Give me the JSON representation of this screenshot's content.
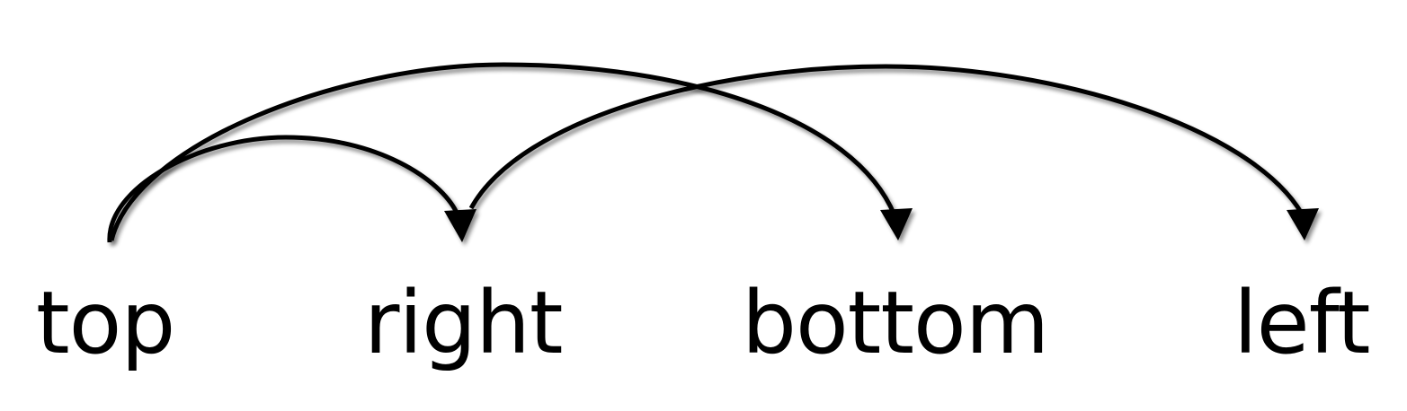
{
  "words": [
    "top",
    "right",
    "bottom",
    "left"
  ],
  "arcs": [
    {
      "from": 0,
      "to": 1
    },
    {
      "from": 0,
      "to": 2
    },
    {
      "from": 1,
      "to": 3
    }
  ]
}
